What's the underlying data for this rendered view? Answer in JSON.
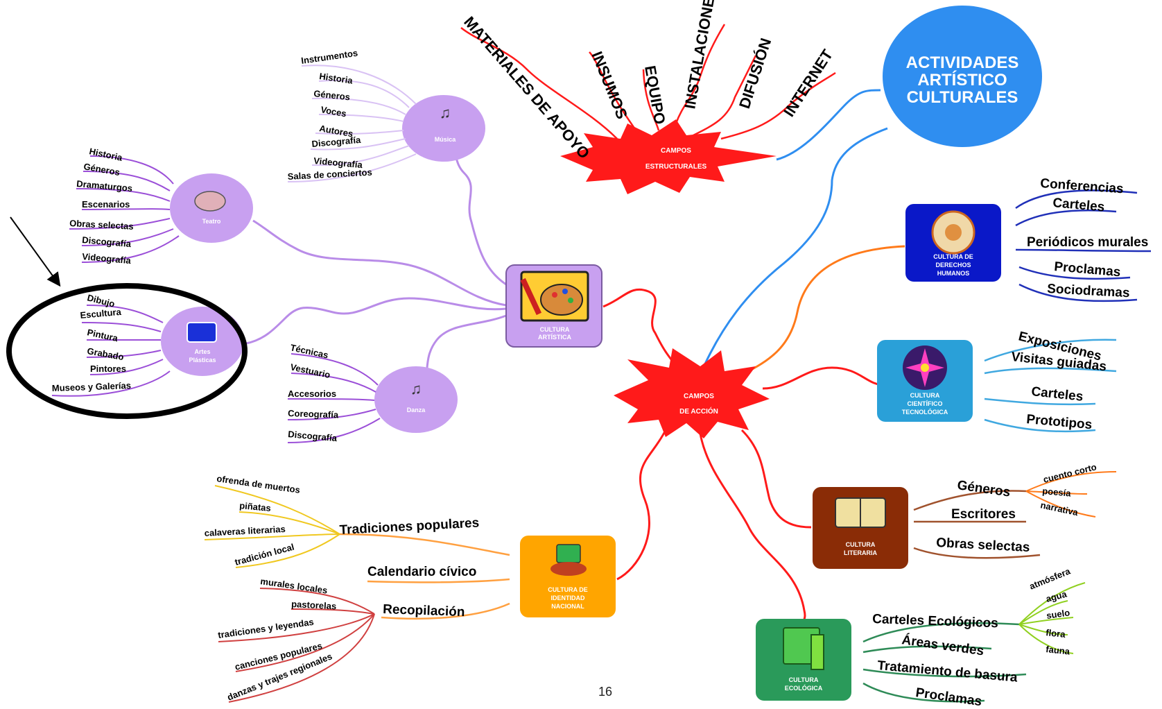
{
  "main_title": [
    "ACTIVIDADES",
    "ARTÍSTICO",
    "CULTURALES"
  ],
  "campos_estructurales": {
    "label": [
      "CAMPOS",
      "ESTRUCTURALES"
    ],
    "rays": [
      "MATERIALES DE APOYO",
      "INSUMOS",
      "EQUIPO",
      "INSTALACIONES",
      "DIFUSIÓN",
      "INTERNET"
    ]
  },
  "campos_accion": {
    "label": [
      "CAMPOS",
      "DE ACCIÓN"
    ]
  },
  "cultura_artistica": {
    "label": [
      "CULTURA",
      "ARTÍSTICA"
    ],
    "musica": {
      "label": "Música",
      "items": [
        "Instrumentos",
        "Historia",
        "Géneros",
        "Voces",
        "Autores",
        "Discografía",
        "Videografía",
        "Salas de conciertos"
      ]
    },
    "teatro": {
      "label": "Teatro",
      "items": [
        "Historia",
        "Géneros",
        "Dramaturgos",
        "Escenarios",
        "Obras selectas",
        "Discografía",
        "Videografía"
      ]
    },
    "artes_plasticas": {
      "label": [
        "Artes",
        "Plásticas"
      ],
      "items": [
        "Dibujo",
        "Escultura",
        "Pintura",
        "Grabado",
        "Pintores",
        "Museos y Galerías"
      ]
    },
    "danza": {
      "label": "Danza",
      "items": [
        "Técnicas",
        "Vestuario",
        "Accesorios",
        "Coreografía",
        "Discografía"
      ]
    }
  },
  "cultura_identidad": {
    "label": [
      "CULTURA DE",
      "IDENTIDAD",
      "NACIONAL"
    ],
    "branches": [
      {
        "label": "Tradiciones populares",
        "items": [
          "ofrenda de muertos",
          "piñatas",
          "calaveras literarias",
          "tradición local"
        ]
      },
      {
        "label": "Calendario cívico",
        "items": []
      },
      {
        "label": "Recopilación",
        "items": [
          "murales locales",
          "pastorelas",
          "tradiciones y leyendas",
          "canciones populares",
          "danzas y trajes regionales"
        ]
      }
    ]
  },
  "cultura_derechos": {
    "label": [
      "CULTURA DE",
      "DERECHOS",
      "HUMANOS"
    ],
    "items": [
      "Conferencias",
      "Carteles",
      "Periódicos murales",
      "Proclamas",
      "Sociodramas"
    ]
  },
  "cultura_cientifica": {
    "label": [
      "CULTURA",
      "CIENTÍFICO",
      "TECNOLÓGICA"
    ],
    "items": [
      "Exposiciones",
      "Visitas guiadas",
      "Carteles",
      "Prototipos"
    ]
  },
  "cultura_literaria": {
    "label": [
      "CULTURA",
      "LITERARIA"
    ],
    "branches": [
      {
        "label": "Géneros",
        "items": [
          "cuento corto",
          "poesía",
          "narrativa"
        ]
      },
      {
        "label": "Escritores",
        "items": []
      },
      {
        "label": "Obras selectas",
        "items": []
      }
    ]
  },
  "cultura_ecologica": {
    "label": [
      "CULTURA",
      "ECOLÓGICA"
    ],
    "branches": [
      {
        "label": "Carteles Ecológicos",
        "items": [
          "atmósfera",
          "agua",
          "suelo",
          "flora",
          "fauna"
        ]
      },
      {
        "label": "Áreas verdes",
        "items": []
      },
      {
        "label": "Tratamiento de basura",
        "items": []
      },
      {
        "label": "Proclamas",
        "items": []
      }
    ]
  },
  "page_number": "16",
  "colors": {
    "purple_node": "#c8a0f0",
    "purple_line": "#b98ce8",
    "red": "#ff1a1a",
    "blue_circle": "#2f8ef0",
    "blue_line": "#2f8ef0",
    "orange_line": "#ff7a1a",
    "derechos_box": "#0a18c8",
    "cientifica_box": "#2aa0d8",
    "literaria_box": "#8a2c06",
    "identidad_box": "#ffa500",
    "ecologica_box": "#2a9a5a",
    "brown_line": "#a0522d",
    "yellow_line": "#f0c820",
    "green_line": "#2e8b57",
    "lime_line": "#90d020",
    "annotation": "#000000"
  }
}
